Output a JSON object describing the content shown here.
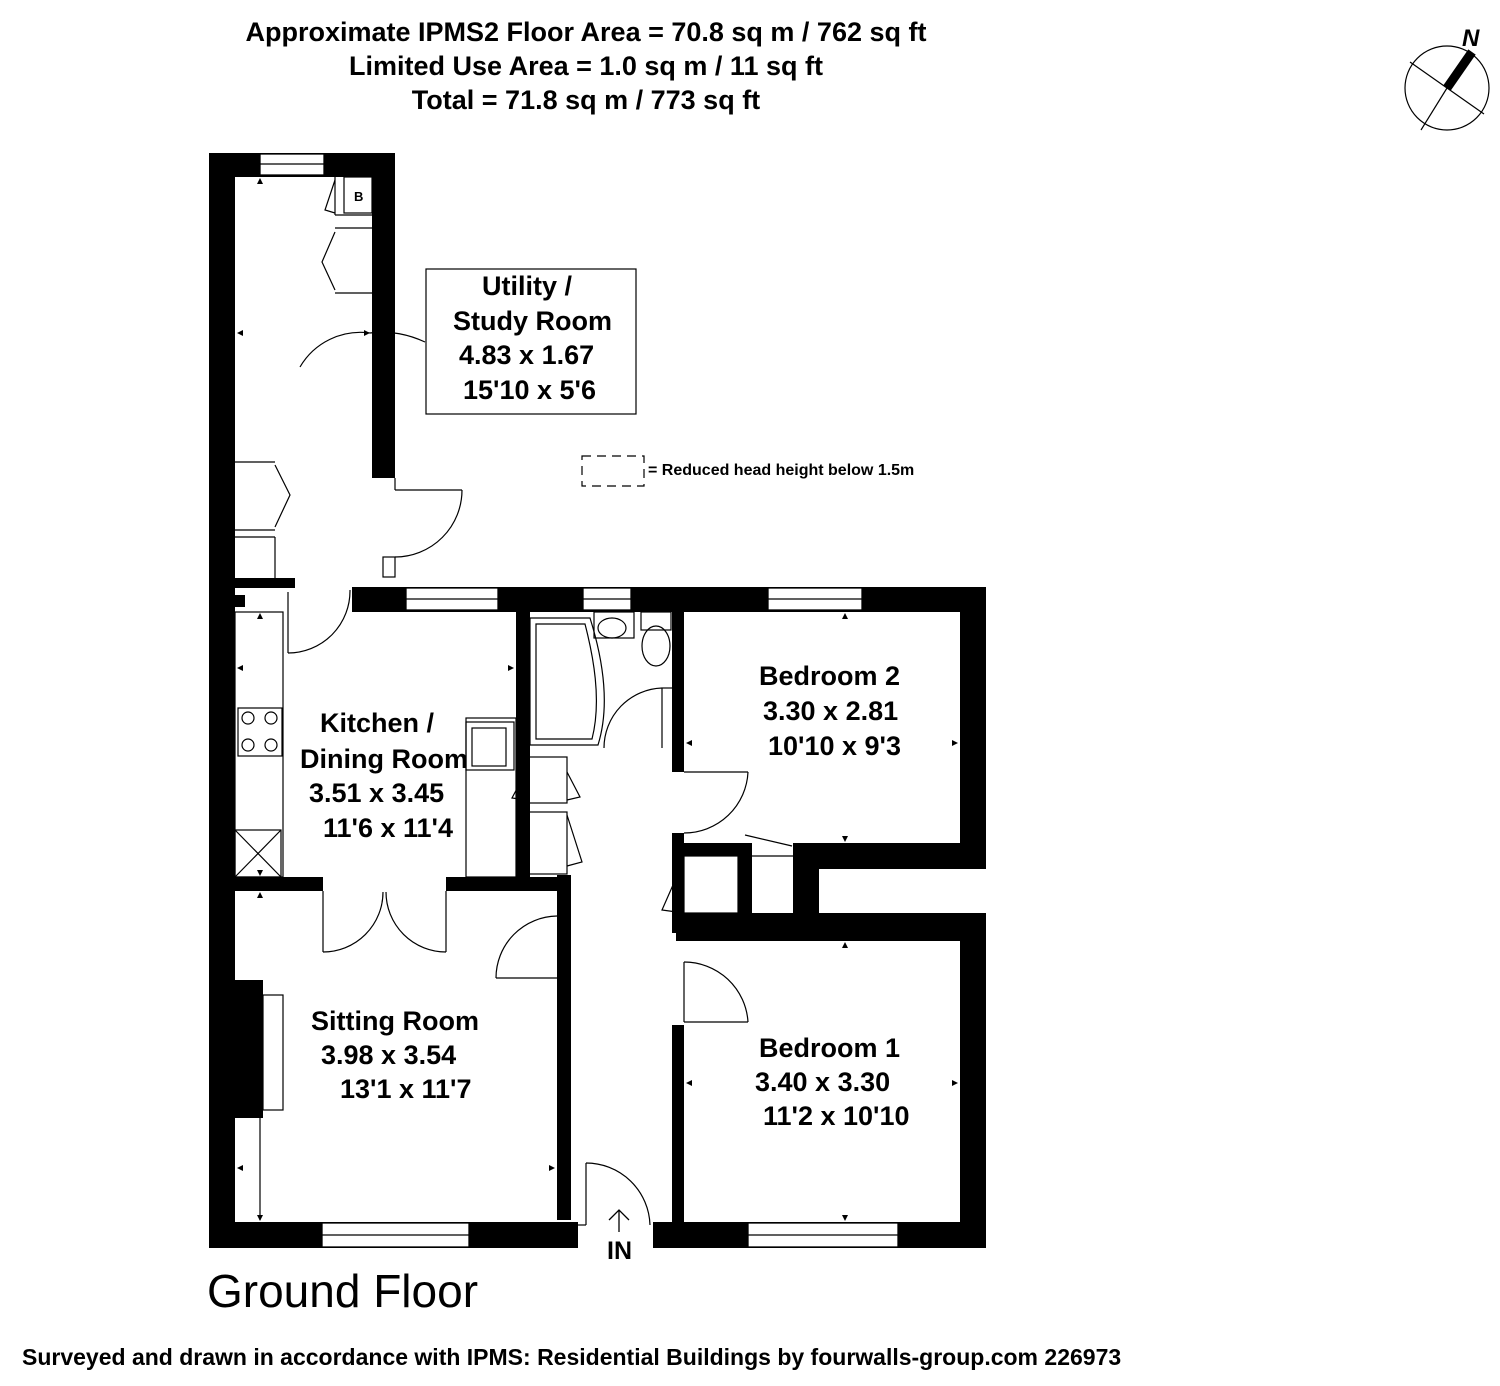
{
  "header": {
    "line1": "Approximate IPMS2 Floor Area = 70.8 sq m / 762 sq ft",
    "line2": "Limited Use Area = 1.0 sq m / 11 sq ft",
    "line3": "Total = 71.8 sq m / 773 sq ft"
  },
  "compass": {
    "label": "N"
  },
  "legend": {
    "text": "= Reduced head height below 1.5m"
  },
  "rooms": {
    "utility": {
      "name1": "Utility /",
      "name2": "Study Room",
      "metric": "4.83 x 1.67",
      "imperial": "15'10 x 5'6"
    },
    "kitchen": {
      "name1": "Kitchen /",
      "name2": "Dining Room",
      "metric": "3.51 x 3.45",
      "imperial": "11'6 x 11'4"
    },
    "bedroom2": {
      "name": "Bedroom 2",
      "metric": "3.30 x 2.81",
      "imperial": "10'10 x 9'3"
    },
    "sitting": {
      "name": "Sitting Room",
      "metric": "3.98 x 3.54",
      "imperial": "13'1 x 11'7"
    },
    "bedroom1": {
      "name": "Bedroom 1",
      "metric": "3.40 x 3.30",
      "imperial": "11'2 x 10'10"
    }
  },
  "fixtures": {
    "boiler": "B"
  },
  "entrance": {
    "label": "IN"
  },
  "floor_title": "Ground Floor",
  "footer": "Surveyed and drawn in accordance with IPMS: Residential Buildings by fourwalls-group.com 226973"
}
